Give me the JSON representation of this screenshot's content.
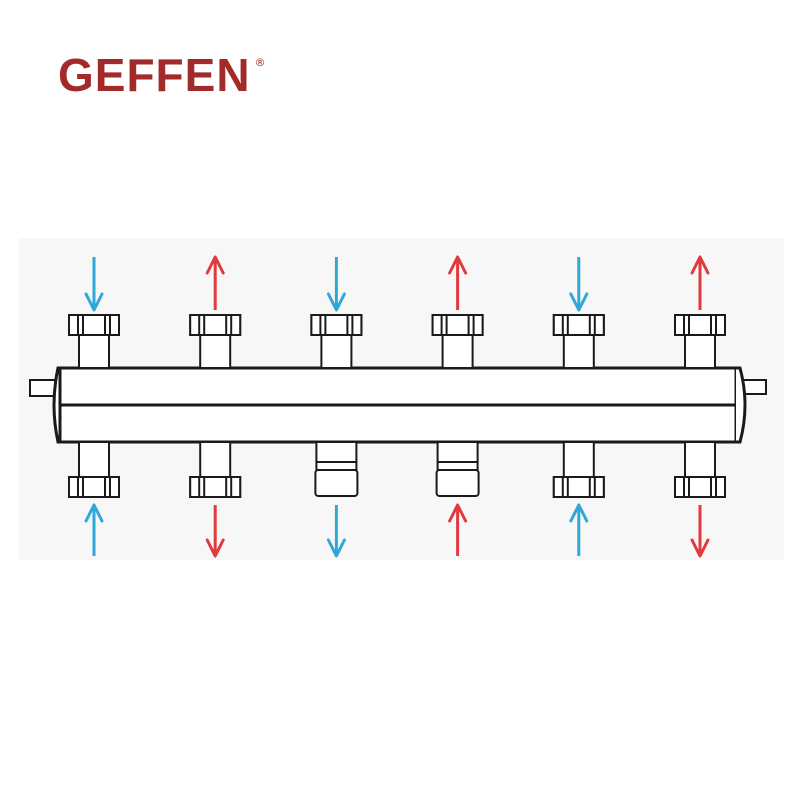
{
  "brand": {
    "logo_text": "GEFFEN",
    "registered_mark": "®",
    "color": "#a32a2a"
  },
  "colors": {
    "supply_flow": "#e03a3e",
    "return_flow": "#2fa8d8",
    "line": "#1a1a1a",
    "panel": "#f7f7f7"
  },
  "ports": [
    {
      "top_flow": "in",
      "top_color": "return_flow",
      "bottom_flow": "in",
      "bottom_color": "return_flow",
      "bottom_fitting": "union"
    },
    {
      "top_flow": "out",
      "top_color": "supply_flow",
      "bottom_flow": "out",
      "bottom_color": "supply_flow",
      "bottom_fitting": "union"
    },
    {
      "top_flow": "in",
      "top_color": "return_flow",
      "bottom_flow": "out",
      "bottom_color": "return_flow",
      "bottom_fitting": "plug"
    },
    {
      "top_flow": "out",
      "top_color": "supply_flow",
      "bottom_flow": "in",
      "bottom_color": "supply_flow",
      "bottom_fitting": "plug"
    },
    {
      "top_flow": "in",
      "top_color": "return_flow",
      "bottom_flow": "in",
      "bottom_color": "return_flow",
      "bottom_fitting": "union"
    },
    {
      "top_flow": "out",
      "top_color": "supply_flow",
      "bottom_flow": "out",
      "bottom_color": "supply_flow",
      "bottom_fitting": "union"
    }
  ]
}
